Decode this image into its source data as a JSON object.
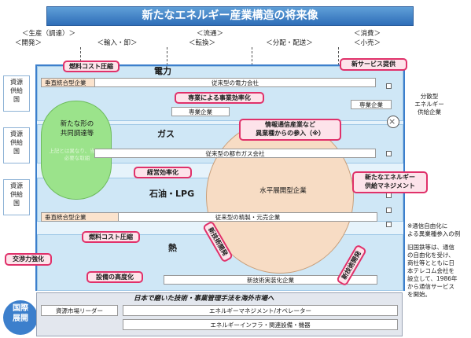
{
  "title": "新たなエネルギー産業構造の将来像",
  "stages": {
    "production": "＜生産（調達）＞",
    "development": "＜開発＞",
    "import": "＜輸入・卸＞",
    "distribution": "＜流通＞",
    "conversion": "＜転換＞",
    "delivery": "＜分配・配送＞",
    "consumption": "＜消費＞",
    "retail": "＜小売＞"
  },
  "sources": [
    "資源\n供給\n国",
    "資源\n供給\n国",
    "資源\n供給\n国"
  ],
  "cloud": {
    "label": "新たな形の\n共同調達等",
    "faint": "上記とは異なり、当面は\n必要な取組"
  },
  "sectors": {
    "power": "電力",
    "gas": "ガス",
    "oil": "石油・LPG",
    "heat": "熱"
  },
  "bars": {
    "vertical_top": "垂直統合型企業",
    "power_company": "従来型の電力会社",
    "specialist1": "専業企業",
    "city_gas": "従来型の都市ガス会社",
    "vertical_bottom": "垂直統合型企業",
    "refining": "従来型の精製・元売企業",
    "horizontal": "水平展開型企業",
    "new_tech": "新技術実装化企業",
    "specialist_right": "専業企業"
  },
  "tags": {
    "fuel_cost_top": "燃料コスト圧縮",
    "new_service": "新サービス提供",
    "efficiency": "専業による事業効率化",
    "it_entry": "情報通信産業など\n異業種からの参入（※）",
    "operation_eff": "経営効率化",
    "new_energy_mgmt": "新たなエネルギー\n供給マネジメント",
    "negotiation": "交渉力強化",
    "fuel_cost_bottom": "燃料コスト圧縮",
    "equipment": "設備の高度化",
    "new_tech_left": "新技術開発",
    "new_tech_right": "新技術開発"
  },
  "distributed": "分散型\nエネルギー\n供給企業",
  "note1": "※通信自由化に\nよる異業種参入の例",
  "note2": "旧国鉄等は、通信\nの自由化を受け、\n商社等とともに日\n本テレコム会社を\n設立して、1986年\nから通信サービス\nを開始。",
  "international": {
    "label": "国際\n展開",
    "headline": "日本で磨いた技術・事業管理手法を海外市場へ",
    "leader": "資源市場リーダー",
    "manager": "エネルギーマネジメント/オペレーター",
    "infra": "エネルギーインフラ・関連設備・機器"
  },
  "colors": {
    "title_blue": "#2f6eb8",
    "band_blue": "#cfe7f6",
    "peach": "#fbe3cd",
    "tag_red": "#e0316a",
    "tag_fill": "#fde3ea",
    "cloud_green": "#9be38b",
    "circle_fill": "#f7dcc4"
  }
}
